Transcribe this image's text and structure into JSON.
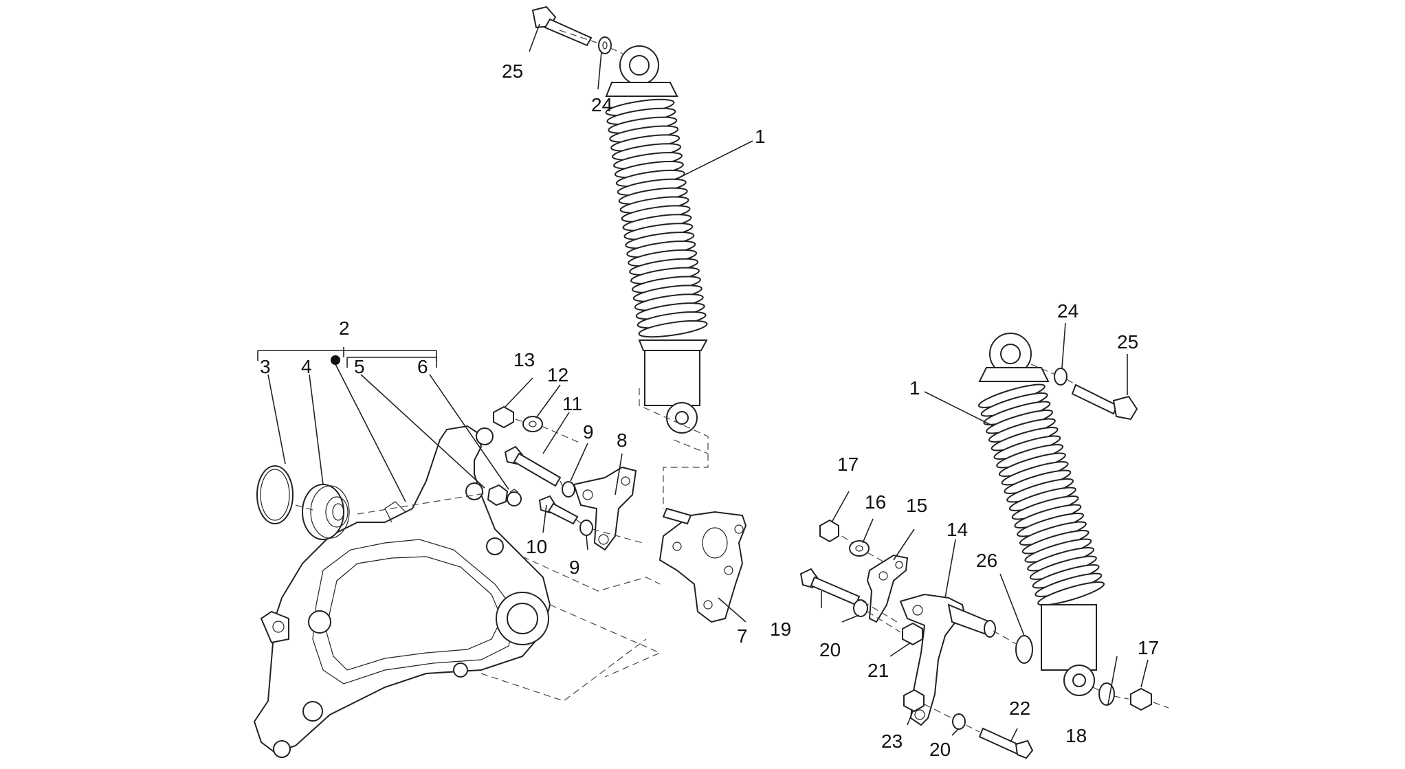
{
  "callouts": {
    "c1a": "1",
    "c1b": "1",
    "c2": "2",
    "c3": "3",
    "c4": "4",
    "c5": "5",
    "c6": "6",
    "c7": "7",
    "c8": "8",
    "c9a": "9",
    "c9b": "9",
    "c10": "10",
    "c11": "11",
    "c12": "12",
    "c13": "13",
    "c14": "14",
    "c15": "15",
    "c16": "16",
    "c17a": "17",
    "c17b": "17",
    "c18": "18",
    "c19": "19",
    "c20a": "20",
    "c20b": "20",
    "c21": "21",
    "c22": "22",
    "c23": "23",
    "c24a": "24",
    "c24b": "24",
    "c25a": "25",
    "c25b": "25",
    "c26": "26"
  },
  "colors": {
    "line": "#222222",
    "background": "#ffffff"
  }
}
